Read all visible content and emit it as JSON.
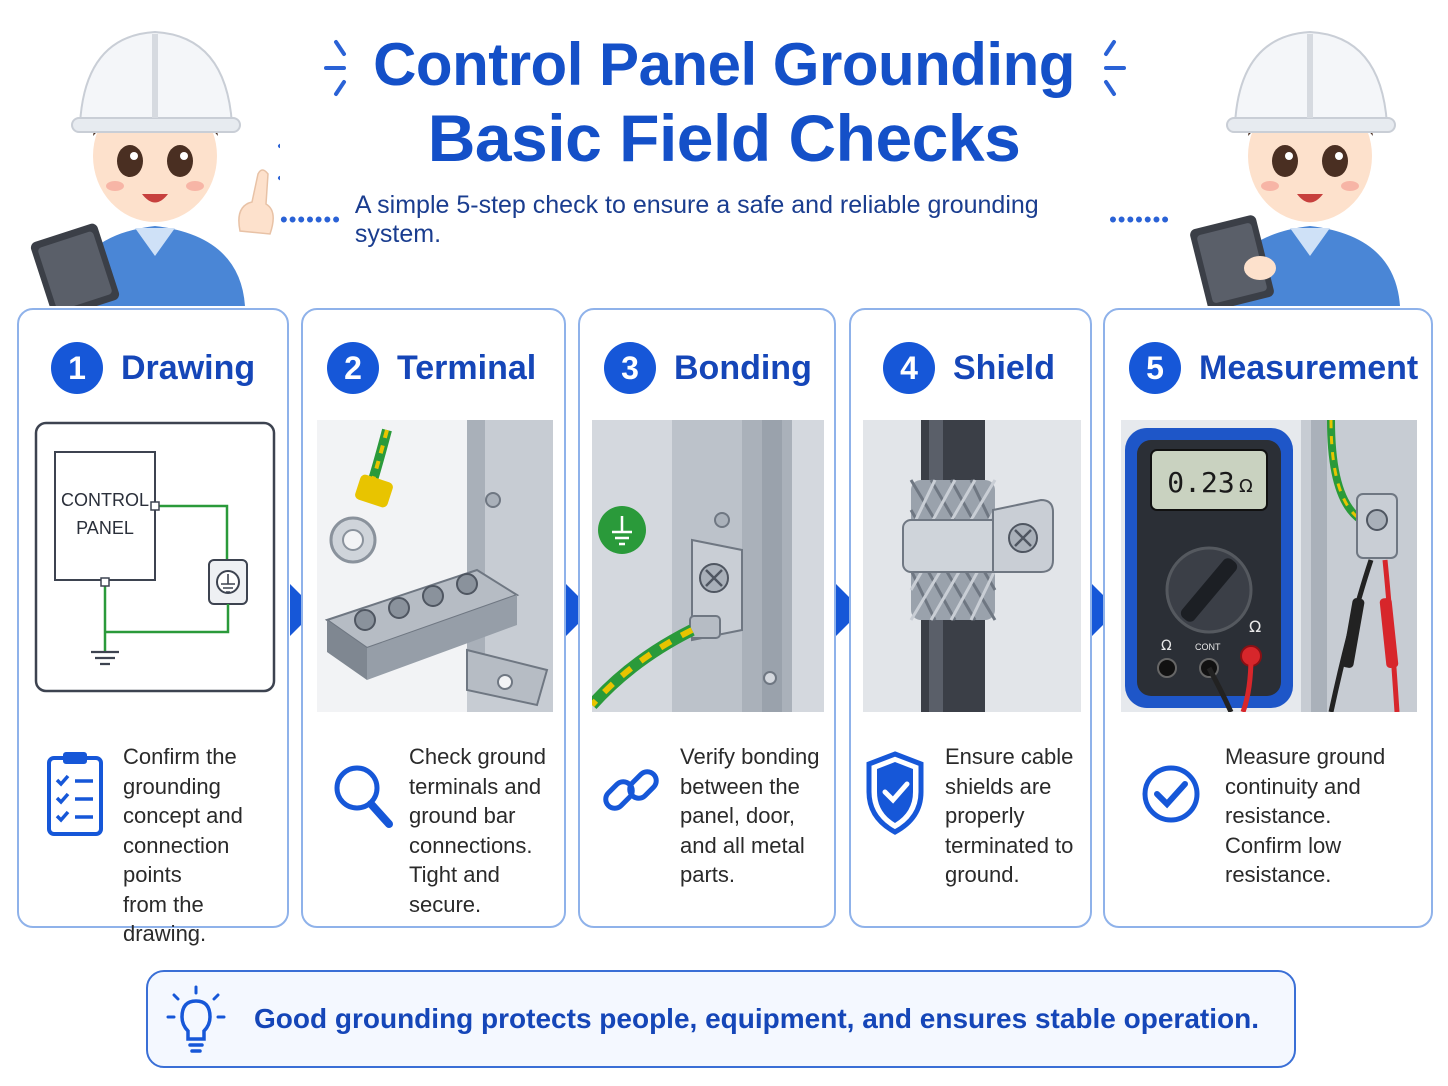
{
  "header": {
    "title_line1": "Control Panel Grounding",
    "title_line2": "Basic Field Checks",
    "subtitle": "A simple 5-step check to ensure a safe and reliable grounding system.",
    "dots": "•••••••"
  },
  "colors": {
    "primary": "#1450c8",
    "step_badge": "#1657d8",
    "card_border": "#8fb2ea",
    "wire_green": "#2a9a3a",
    "wire_yellow": "#e8c400"
  },
  "steps": [
    {
      "num": "1",
      "title": "Drawing",
      "icon": "clipboard-checklist-icon",
      "desc": [
        "Confirm the",
        "grounding",
        "concept and",
        "connection points",
        "from the drawing."
      ],
      "illustration": {
        "box_line1": "CONTROL",
        "box_line2": "PANEL"
      }
    },
    {
      "num": "2",
      "title": "Terminal",
      "icon": "magnifier-icon",
      "desc": [
        "Check ground",
        "terminals and",
        "ground bar",
        "connections.",
        "Tight and secure."
      ]
    },
    {
      "num": "3",
      "title": "Bonding",
      "icon": "chain-link-icon",
      "desc": [
        "Verify bonding",
        "between the",
        "panel, door,",
        "and all metal",
        "parts."
      ]
    },
    {
      "num": "4",
      "title": "Shield",
      "icon": "shield-check-icon",
      "desc": [
        "Ensure cable",
        "shields are",
        "properly",
        "terminated to",
        "ground."
      ]
    },
    {
      "num": "5",
      "title": "Measurement",
      "icon": "check-circle-icon",
      "desc": [
        "Measure ground",
        "continuity and",
        "resistance.",
        "Confirm low",
        "resistance."
      ],
      "illustration": {
        "meter_reading": "0.23",
        "meter_unit": "Ω",
        "port_left": "Ω",
        "port_mid": "CONT",
        "port_right": "Ω"
      }
    }
  ],
  "footer": {
    "icon": "lightbulb-icon",
    "message": "Good grounding protects people, equipment, and ensures stable operation."
  }
}
